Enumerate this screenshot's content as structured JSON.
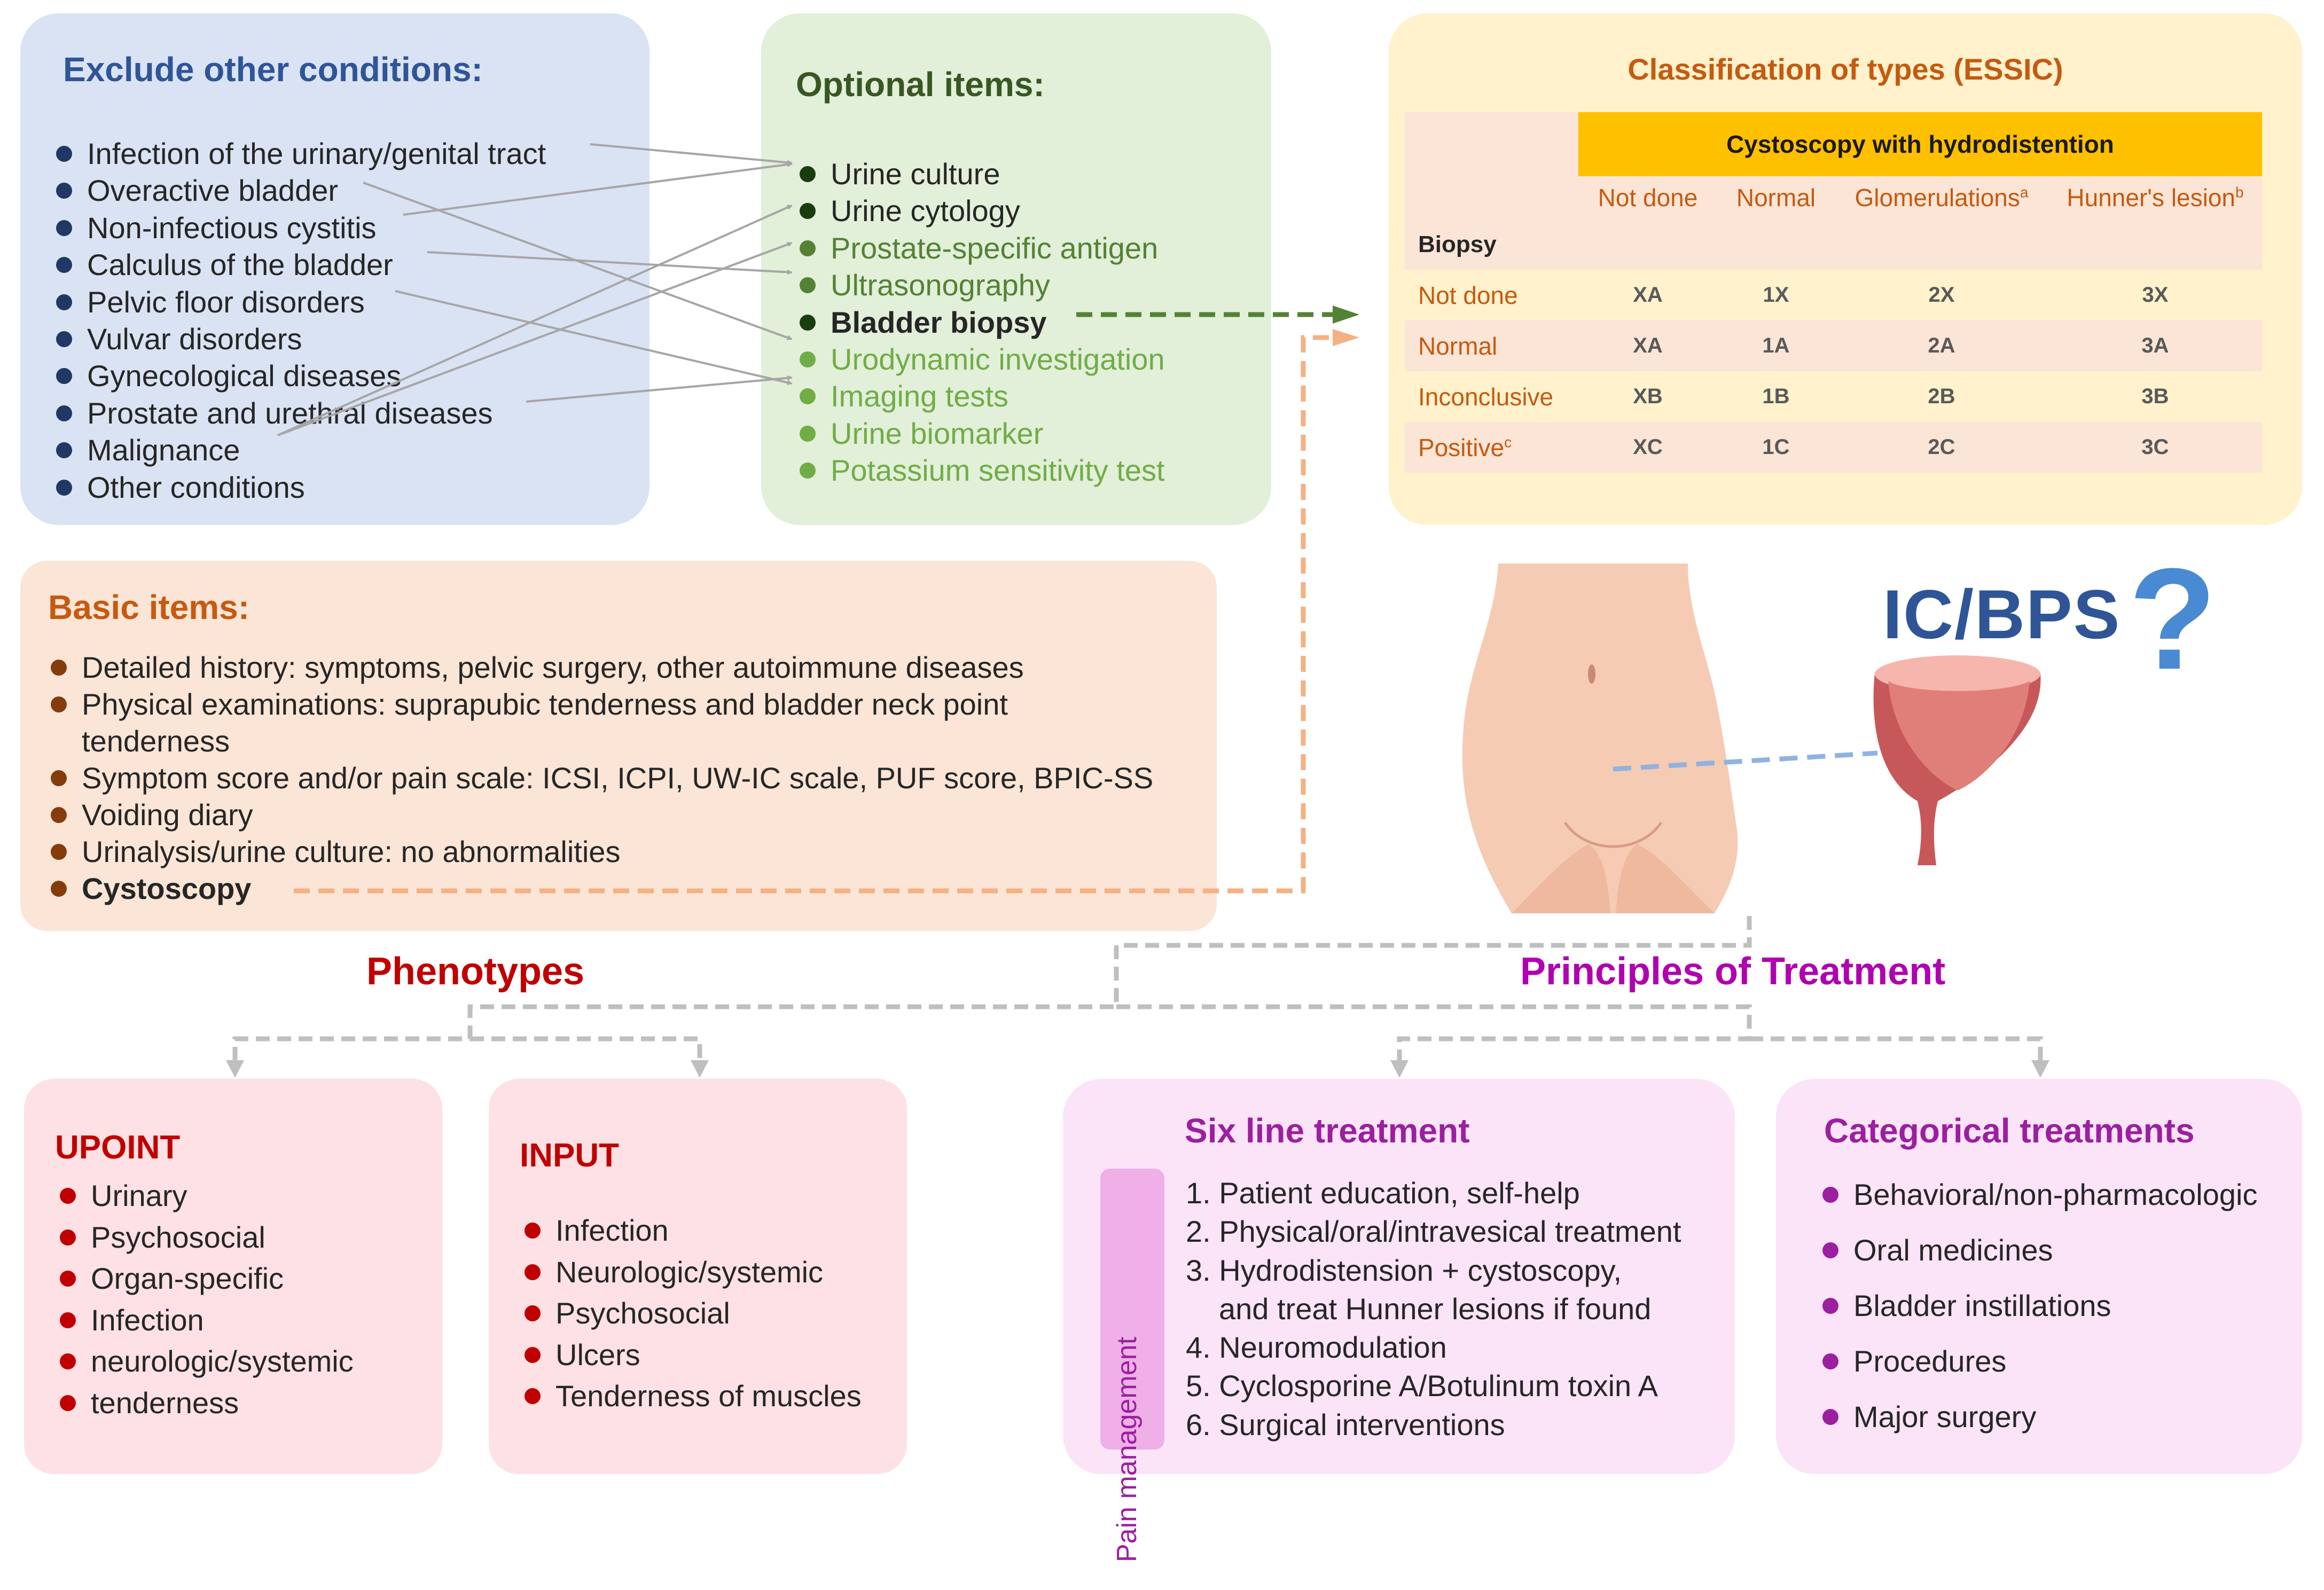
{
  "exclude": {
    "title": "Exclude other conditions:",
    "items": [
      "Infection of the urinary/genital tract",
      "Overactive bladder",
      "Non-infectious cystitis",
      "Calculus of the bladder",
      "Pelvic floor disorders",
      "Vulvar disorders",
      "Gynecological diseases",
      "Prostate and urethral diseases",
      "Malignance",
      "Other conditions"
    ]
  },
  "optional": {
    "title": "Optional items:",
    "items": [
      "Urine culture",
      "Urine cytology",
      "Prostate-specific antigen",
      "Ultrasonography",
      "Bladder biopsy",
      "Urodynamic investigation",
      "Imaging tests",
      "Urine biomarker",
      "Potassium sensitivity test"
    ]
  },
  "classification": {
    "title": "Classification of types (ESSIC)",
    "header": "Cystoscopy with hydrodistention",
    "columns": [
      "Not done",
      "Normal",
      "Glomerulations",
      "Hunner's lesion"
    ],
    "column_sup": [
      "",
      "",
      "a",
      "b"
    ],
    "row_header": "Biopsy",
    "rows": [
      {
        "label": "Not done",
        "sup": "",
        "values": [
          "XA",
          "1X",
          "2X",
          "3X"
        ]
      },
      {
        "label": "Normal",
        "sup": "",
        "values": [
          "XA",
          "1A",
          "2A",
          "3A"
        ]
      },
      {
        "label": "Inconclusive",
        "sup": "",
        "values": [
          "XB",
          "1B",
          "2B",
          "3B"
        ]
      },
      {
        "label": "Positive",
        "sup": "c",
        "values": [
          "XC",
          "1C",
          "2C",
          "3C"
        ]
      }
    ]
  },
  "basic": {
    "title": "Basic items:",
    "items": [
      "Detailed history: symptoms, pelvic surgery, other autoimmune diseases",
      "Physical examinations: suprapubic tenderness and bladder neck point",
      "tenderness",
      "Symptom score and/or pain scale: ICSI, ICPI, UW-IC scale, PUF score, BPIC-SS",
      "Voiding diary",
      "Urinalysis/urine culture: no abnormalities",
      "Cystoscopy"
    ]
  },
  "icbps": "IC/BPS",
  "icbps_mark": "?",
  "phenotypes_title": "Phenotypes",
  "treatment_title": "Principles of Treatment",
  "upoint": {
    "title": "UPOINT",
    "items": [
      "Urinary",
      "Psychosocial",
      "Organ-specific",
      "Infection",
      "neurologic/systemic",
      "tenderness"
    ]
  },
  "input": {
    "title": "INPUT",
    "items": [
      "Infection",
      "Neurologic/systemic",
      "Psychosocial",
      "Ulcers",
      "Tenderness of muscles"
    ]
  },
  "sixline": {
    "title": "Six line treatment",
    "side_label": "Pain management",
    "items": [
      "1. Patient education, self-help",
      "2. Physical/oral/intravesical treatment",
      "3. Hydrodistension + cystoscopy,",
      "and treat Hunner lesions if found",
      "4. Neuromodulation",
      "5. Cyclosporine A/Botulinum toxin A",
      "6. Surgical interventions"
    ]
  },
  "categorical": {
    "title": "Categorical treatments",
    "items": [
      "Behavioral/non-pharmacologic",
      "Oral medicines",
      "Bladder instillations",
      "Procedures",
      "Major surgery"
    ]
  },
  "colors": {
    "exclude_bg": "#dae3f3",
    "optional_bg": "#e2efd9",
    "classification_bg": "#fff2cc",
    "table_header": "#ffc000",
    "basic_bg": "#fbe5d6",
    "phenotype_bg": "#fde1e4",
    "treatment_bg": "#fbe4f7",
    "arrow_green": "#548235",
    "arrow_orange": "#f4b183",
    "connector_gray": "#bfbfbf"
  }
}
